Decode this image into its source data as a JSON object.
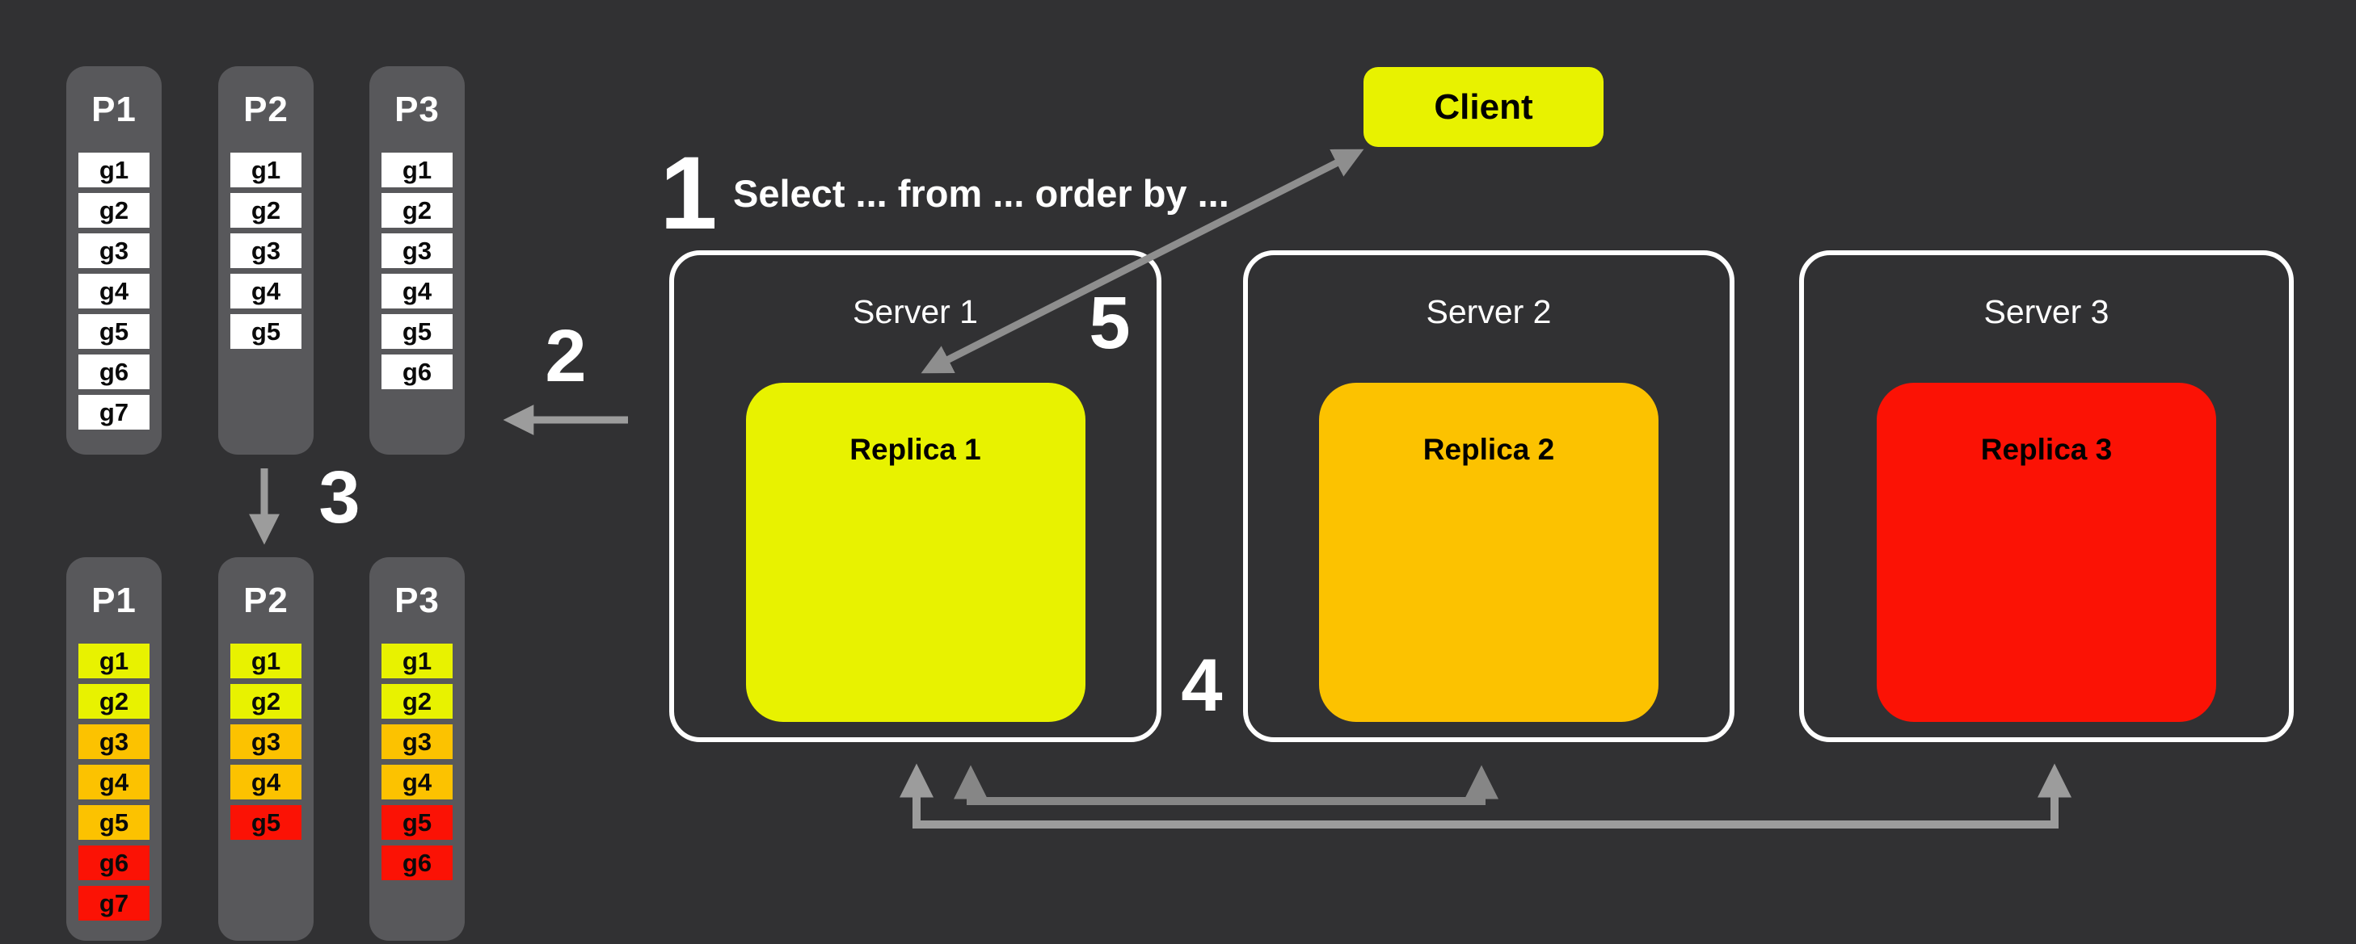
{
  "diagram": {
    "background": "#313133",
    "panel_color": "#58585B",
    "arrow_color": "#9C9C9C",
    "legend_colors": {
      "yellow": "#E8F200",
      "orange": "#FCC200",
      "red": "#FB1205",
      "white": "#FFFFFF"
    }
  },
  "steps": {
    "s1": {
      "label": "1",
      "query": "Select ... from ... order by ..."
    },
    "s2": {
      "label": "2"
    },
    "s3": {
      "label": "3"
    },
    "s4": {
      "label": "4"
    },
    "s5": {
      "label": "5"
    }
  },
  "client": {
    "label": "Client",
    "color": "yellow"
  },
  "servers": [
    {
      "title": "Server 1",
      "replica": {
        "label": "Replica 1",
        "color": "yellow"
      }
    },
    {
      "title": "Server 2",
      "replica": {
        "label": "Replica 2",
        "color": "orange"
      }
    },
    {
      "title": "Server 3",
      "replica": {
        "label": "Replica 3",
        "color": "red"
      }
    }
  ],
  "partitions": {
    "unsorted": [
      {
        "name": "P1",
        "cells": [
          {
            "label": "g1",
            "color": "white"
          },
          {
            "label": "g2",
            "color": "white"
          },
          {
            "label": "g3",
            "color": "white"
          },
          {
            "label": "g4",
            "color": "white"
          },
          {
            "label": "g5",
            "color": "white"
          },
          {
            "label": "g6",
            "color": "white"
          },
          {
            "label": "g7",
            "color": "white"
          }
        ]
      },
      {
        "name": "P2",
        "cells": [
          {
            "label": "g1",
            "color": "white"
          },
          {
            "label": "g2",
            "color": "white"
          },
          {
            "label": "g3",
            "color": "white"
          },
          {
            "label": "g4",
            "color": "white"
          },
          {
            "label": "g5",
            "color": "white"
          }
        ]
      },
      {
        "name": "P3",
        "cells": [
          {
            "label": "g1",
            "color": "white"
          },
          {
            "label": "g2",
            "color": "white"
          },
          {
            "label": "g3",
            "color": "white"
          },
          {
            "label": "g4",
            "color": "white"
          },
          {
            "label": "g5",
            "color": "white"
          },
          {
            "label": "g6",
            "color": "white"
          }
        ]
      }
    ],
    "sorted": [
      {
        "name": "P1",
        "cells": [
          {
            "label": "g1",
            "color": "yellow"
          },
          {
            "label": "g2",
            "color": "yellow"
          },
          {
            "label": "g3",
            "color": "orange"
          },
          {
            "label": "g4",
            "color": "orange"
          },
          {
            "label": "g5",
            "color": "orange"
          },
          {
            "label": "g6",
            "color": "red"
          },
          {
            "label": "g7",
            "color": "red"
          }
        ]
      },
      {
        "name": "P2",
        "cells": [
          {
            "label": "g1",
            "color": "yellow"
          },
          {
            "label": "g2",
            "color": "yellow"
          },
          {
            "label": "g3",
            "color": "orange"
          },
          {
            "label": "g4",
            "color": "orange"
          },
          {
            "label": "g5",
            "color": "red"
          }
        ]
      },
      {
        "name": "P3",
        "cells": [
          {
            "label": "g1",
            "color": "yellow"
          },
          {
            "label": "g2",
            "color": "yellow"
          },
          {
            "label": "g3",
            "color": "orange"
          },
          {
            "label": "g4",
            "color": "orange"
          },
          {
            "label": "g5",
            "color": "red"
          },
          {
            "label": "g6",
            "color": "red"
          }
        ]
      }
    ]
  }
}
